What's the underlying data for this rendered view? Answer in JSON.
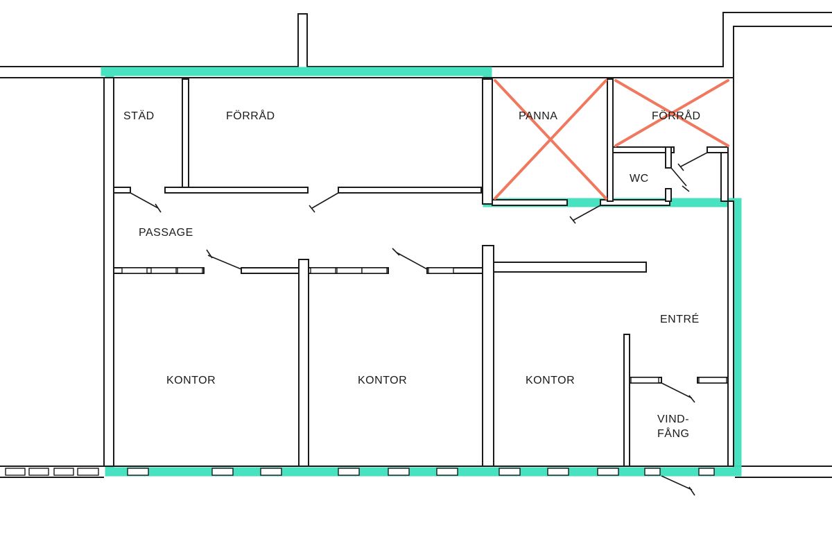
{
  "rooms": {
    "stad": "STÄD",
    "forrad_left": "FÖRRÅD",
    "panna": "PANNA",
    "forrad_right": "FÖRRÅD",
    "wc": "WC",
    "passage": "PASSAGE",
    "kontor_1": "KONTOR",
    "kontor_2": "KONTOR",
    "kontor_3": "KONTOR",
    "entre": "ENTRÉ",
    "vindfang_line1": "VIND-",
    "vindfang_line2": "FÅNG"
  },
  "colors": {
    "highlight": "#3fe0bd",
    "removed_mark": "#f0785e",
    "wall": "#1a1a1a"
  },
  "marks": {
    "removed_rooms": [
      "PANNA",
      "FÖRRÅD"
    ]
  }
}
